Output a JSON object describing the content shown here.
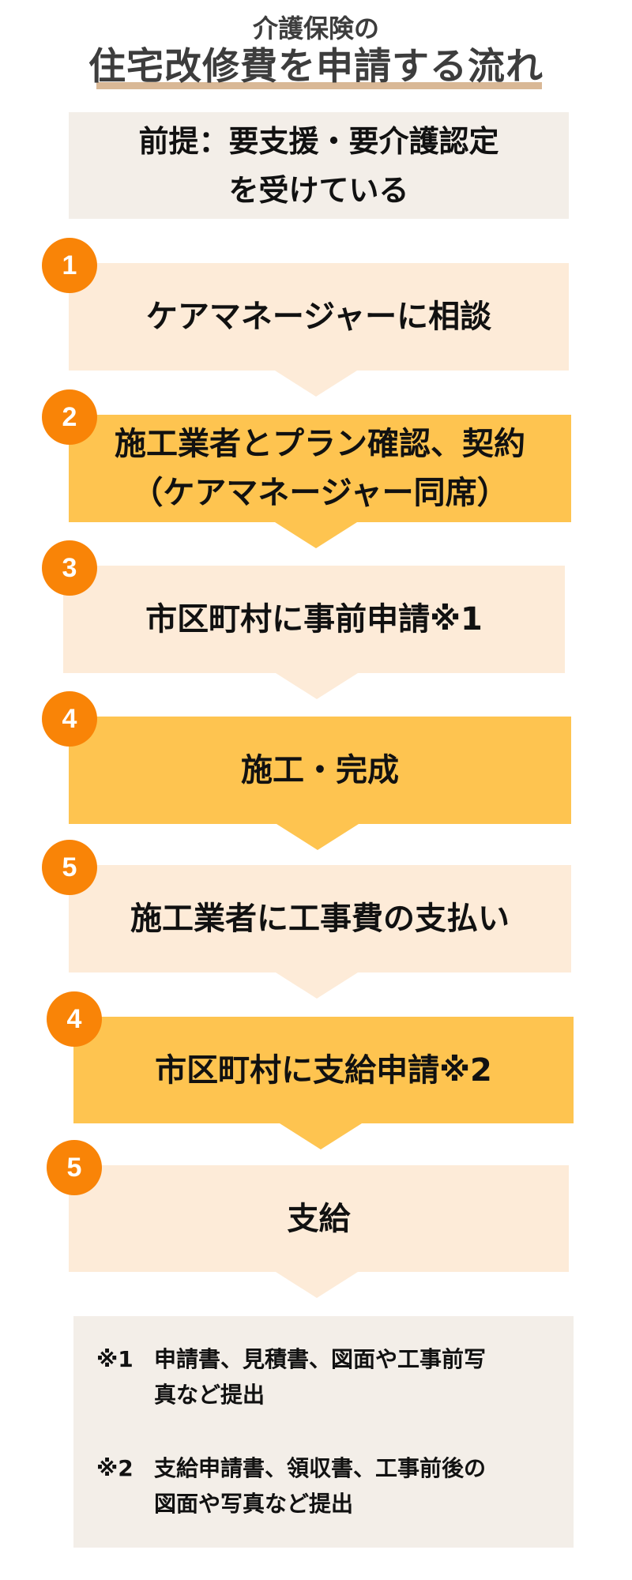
{
  "header": {
    "subtitle": "介護保険の",
    "title": "住宅改修費を申請する流れ"
  },
  "premise": {
    "line1": "前提：要支援・要介護認定",
    "line2": "を受けている"
  },
  "steps": [
    {
      "number": "1",
      "line1": "ケアマネージャーに相談",
      "line2": "",
      "style": "light"
    },
    {
      "number": "2",
      "line1": "施工業者とプラン確認、契約",
      "line2": "（ケアマネージャー同席）",
      "style": "yellow"
    },
    {
      "number": "3",
      "line1": "市区町村に事前申請※1",
      "line2": "",
      "style": "light"
    },
    {
      "number": "4",
      "line1": "施工・完成",
      "line2": "",
      "style": "yellow"
    },
    {
      "number": "5",
      "line1": "施工業者に工事費の支払い",
      "line2": "",
      "style": "light"
    },
    {
      "number": "4",
      "line1": "市区町村に支給申請※2",
      "line2": "",
      "style": "yellow"
    },
    {
      "number": "5",
      "line1": "支給",
      "line2": "",
      "style": "light"
    }
  ],
  "notes": [
    {
      "mark": "※1",
      "line1": "申請書、見積書、図面や工事前写",
      "line2": "真など提出"
    },
    {
      "mark": "※2",
      "line1": "支給申請書、領収書、工事前後の",
      "line2": "図面や写真など提出"
    }
  ],
  "colors": {
    "badge": "#f98407",
    "light_box": "#fdebd8",
    "yellow_box": "#fec450",
    "neutral_box": "#f3eee8",
    "title_underline": "#d9b896",
    "title_text": "#3d3d3d"
  }
}
